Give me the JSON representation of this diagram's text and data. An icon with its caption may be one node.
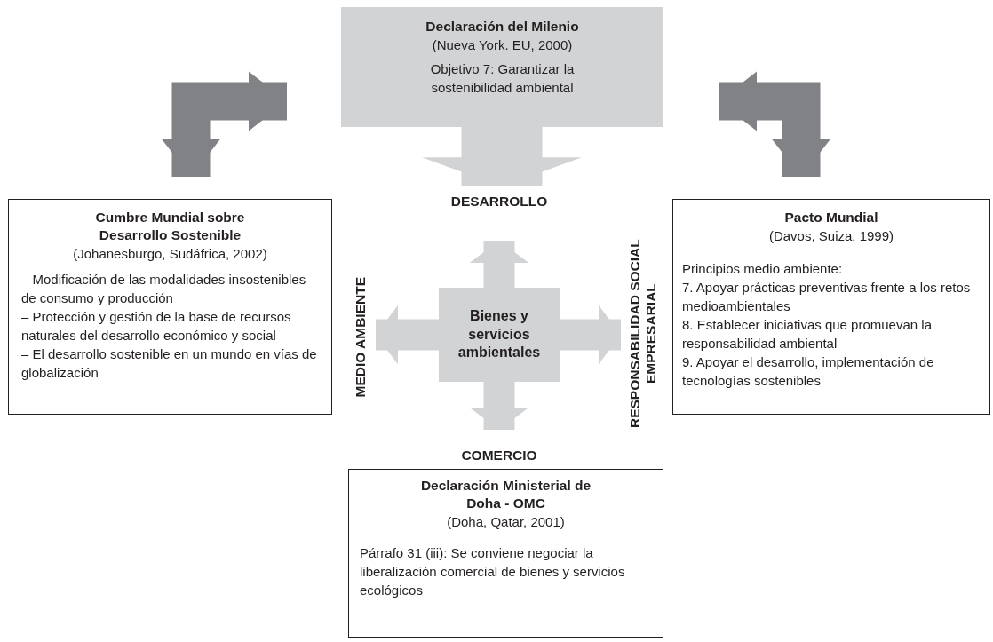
{
  "diagram": {
    "nodes": [
      {
        "text": [
          "Declaración del Milenio",
          "(Nueva York. EU, 2000)",
          "Objetivo 7: Garantizar la sostenibilidad ambiental"
        ]
      },
      {
        "text": [
          "Cumbre Mundial sobre Desarrollo Sostenible",
          "(Johanesburgo, Sudáfrica, 2002)",
          "– Modificación de las modalidades insostenibles de consumo y producción",
          "– Protección y gestión de la base de recursos naturales del desarrollo económico y social",
          "– El desarrollo sostenible en un mundo en vías de globalización"
        ]
      },
      {
        "text": [
          "Pacto Mundial",
          "(Davos, Suiza, 1999)",
          "Principios medio ambiente:",
          "7. Apoyar prácticas preventivas frente a los retos medioambientales",
          "8. Establecer iniciativas que promuevan la responsabilidad ambiental",
          "9. Apoyar el desarrollo, implementación de tecnologías sostenibles"
        ]
      },
      {
        "text": [
          "Bienes y servicios ambientales"
        ]
      },
      {
        "text": [
          "DESARROLLO"
        ]
      },
      {
        "text": [
          "MEDIO AMBIENTE"
        ]
      },
      {
        "text": [
          "RESPONSABILIDAD SOCIAL EMPRESARIAL"
        ]
      },
      {
        "text": [
          "COMERCIO"
        ]
      },
      {
        "text": [
          "Declaración Ministerial de Doha - OMC",
          "(Doha, Qatar, 2001)",
          "Párrafo 31 (iii): Se conviene negociar la liberalización comercial de bienes y servicios ecológicos"
        ]
      }
    ],
    "edges": [
      {
        "from": 0,
        "to": 1,
        "arrow": "both",
        "color": "#808285"
      },
      {
        "from": 0,
        "to": 2,
        "arrow": "both",
        "color": "#808285"
      },
      {
        "from": 0,
        "to": 4,
        "arrow": "to",
        "style": "thick"
      },
      {
        "from": 3,
        "to": 4,
        "arrow": "to"
      },
      {
        "from": 3,
        "to": 5,
        "arrow": "to"
      },
      {
        "from": 3,
        "to": 6,
        "arrow": "to"
      },
      {
        "from": 3,
        "to": 7,
        "arrow": "to"
      }
    ]
  }
}
